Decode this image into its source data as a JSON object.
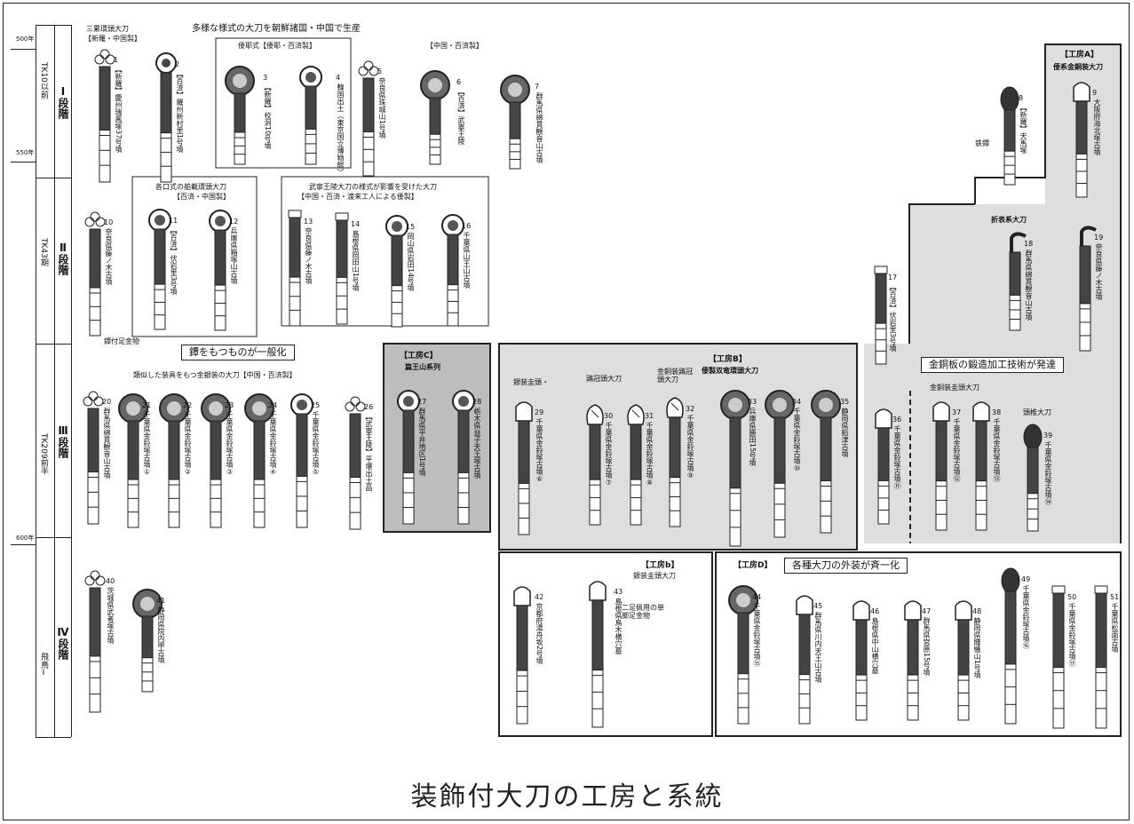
{
  "title": "装飾付大刀の工房と系統",
  "timeline": {
    "years": [
      "500年",
      "550年",
      "600年"
    ],
    "stages": [
      {
        "label": "Ⅰ段階",
        "period": "TK10以前"
      },
      {
        "label": "Ⅱ段階",
        "period": "TK43期"
      },
      {
        "label": "Ⅲ段階",
        "period": "TK209前半"
      },
      {
        "label": "Ⅳ段階",
        "period": "飛鳥Ⅰ"
      }
    ]
  },
  "headings": {
    "h1": "三累環頭大刀",
    "h1b": "【新羅・中国製】",
    "h2": "多様な様式の大刀を朝鮮諸国・中国で生産",
    "h3": "倭耶式【倭耶・百済製】",
    "h4": "【中国・百済製】",
    "h5": "各口式の舶載環頭大刀",
    "h5b": "【百済・中国製】",
    "h6": "武寧王陵大刀の様式が影響を受けた大刀",
    "h6b": "【中国・百済・渡来工人による倭製】",
    "h7": "類似した装具をもつ金銀装の大刀【中国・百済製】",
    "b1": "鐔をもつものが一般化",
    "b2": "金銅板の鍛造加工技術が発達",
    "b3": "各種大刀の外装が斉一化",
    "b4": "鐔付足金物",
    "b5": "鉄鐔"
  },
  "workshops": {
    "A": {
      "label": "【工房A】",
      "sub": "倭系金銅装大刀",
      "sub2": "折表系大刀"
    },
    "B": {
      "label": "【工房B】",
      "sub": "倭製双竜環頭大刀",
      "cols": [
        "銀装圭頭・",
        "鶏冠頭大刀",
        "金銅装鶏冠頭大刀"
      ]
    },
    "C": {
      "label": "【工房C】",
      "sub": "篇王山系列"
    },
    "b": {
      "label": "【工房b】",
      "sub": "銀装圭頭大刀",
      "note": "二足佩用の単脚足金物"
    },
    "D": {
      "label": "【工房D】",
      "sub": "金銅装圭頭大刀",
      "sub2": "頭椎大刀"
    }
  },
  "captions": [
    {
      "n": "1",
      "t": "【新羅】慶州瑞鳳塚37号墳"
    },
    {
      "n": "2",
      "t": "【百済】羅州新村里1号墳"
    },
    {
      "n": "3",
      "t": "【新羅】校洞10号墳"
    },
    {
      "n": "4",
      "t": "韓国出土（東京国立博物館）"
    },
    {
      "n": "5",
      "t": "奈良県珠城山1号墳"
    },
    {
      "n": "6",
      "t": "【百済】武寧王陵"
    },
    {
      "n": "7",
      "t": "群馬県綿貫観音山古墳"
    },
    {
      "n": "8",
      "t": "【新羅】天馬塚"
    },
    {
      "n": "9",
      "t": "大阪府海北塚古墳"
    },
    {
      "n": "10",
      "t": "奈良県藤ノ木古墳"
    },
    {
      "n": "11",
      "t": "【百済】伏岩里3号墳"
    },
    {
      "n": "12",
      "t": "兵庫県箱塚山古墳"
    },
    {
      "n": "13",
      "t": "奈良県藤ノ木古墳"
    },
    {
      "n": "14",
      "t": "島根県岡田山1号墳"
    },
    {
      "n": "15",
      "t": "岡山県岩田14号墳"
    },
    {
      "n": "16",
      "t": "千葉県山王山古墳"
    },
    {
      "n": "17",
      "t": "【百済】伏岩里3号墳"
    },
    {
      "n": "18",
      "t": "群馬県綿貫観音山古墳"
    },
    {
      "n": "19",
      "t": "奈良県藤ノ木古墳"
    },
    {
      "n": "20",
      "t": "群馬県綿貫観音山古墳"
    },
    {
      "n": "21",
      "t": "千葉県金鈴塚古墳①"
    },
    {
      "n": "22",
      "t": "千葉県金鈴塚古墳②"
    },
    {
      "n": "23",
      "t": "千葉県金鈴塚古墳③"
    },
    {
      "n": "24",
      "t": "千葉県金鈴塚古墳④"
    },
    {
      "n": "25",
      "t": "千葉県金鈴塚古墳⑤"
    },
    {
      "n": "26",
      "t": "【武寧王陵】平壌出土品"
    },
    {
      "n": "27",
      "t": "群馬県平井地区1号墳"
    },
    {
      "n": "28",
      "t": "栃木県益子天王塚古墳"
    },
    {
      "n": "29",
      "t": "千葉県金鈴塚古墳⑥"
    },
    {
      "n": "30",
      "t": "千葉県金鈴塚古墳⑦"
    },
    {
      "n": "31",
      "t": "千葉県金鈴塚古墳⑧"
    },
    {
      "n": "32",
      "t": "千葉県金鈴塚古墳⑨"
    },
    {
      "n": "33",
      "t": "兵庫県勝田15号墳"
    },
    {
      "n": "34",
      "t": "千葉県金鈴塚古墳⑩"
    },
    {
      "n": "35",
      "t": "静岡県船津古墳"
    },
    {
      "n": "36",
      "t": "千葉県金鈴塚古墳⑪"
    },
    {
      "n": "37",
      "t": "千葉県金鈴塚古墳⑫"
    },
    {
      "n": "38",
      "t": "千葉県金鈴塚古墳⑬"
    },
    {
      "n": "39",
      "t": "千葉県金鈴塚古墳⑭"
    },
    {
      "n": "40",
      "t": "茨城県武者塚古墳"
    },
    {
      "n": "41",
      "t": "静岡県院内甲古墳"
    },
    {
      "n": "42",
      "t": "京都府湯舟坂2号墳"
    },
    {
      "n": "43",
      "t": "島根県鳥木横穴墓"
    },
    {
      "n": "44",
      "t": "千葉県金鈴塚古墳⑮"
    },
    {
      "n": "45",
      "t": "群馬県川内天王山古墳"
    },
    {
      "n": "46",
      "t": "島根県中山横穴墓"
    },
    {
      "n": "47",
      "t": "群馬県宮原15号墳"
    },
    {
      "n": "48",
      "t": "静岡県賤機山1号墳"
    },
    {
      "n": "49",
      "t": "千葉県金鈴塚古墳⑯"
    },
    {
      "n": "50",
      "t": "千葉県金鈴塚古墳⑰"
    },
    {
      "n": "51",
      "t": "千葉県松面古墳"
    }
  ]
}
